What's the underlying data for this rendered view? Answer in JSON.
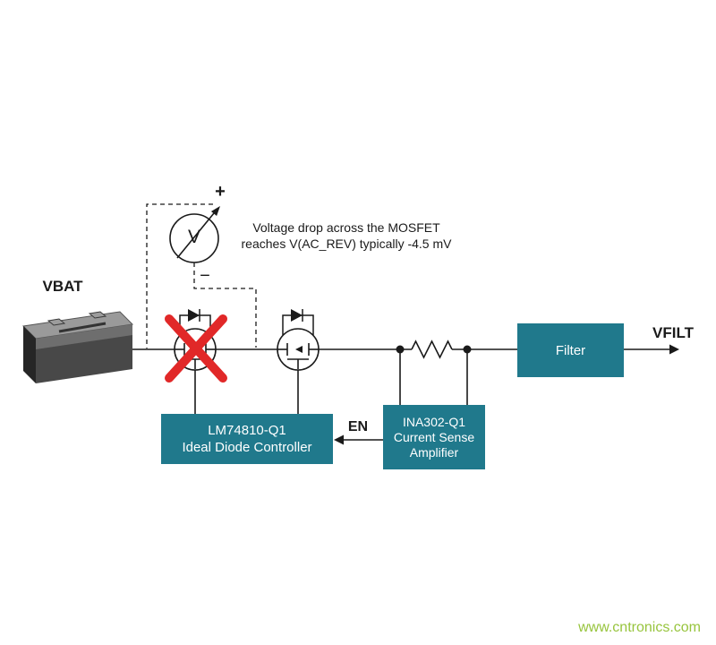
{
  "diagram": {
    "vbat_label": "VBAT",
    "vfilt_label": "VFILT",
    "en_label": "EN",
    "voltmeter": {
      "symbol": "V",
      "plus": "+",
      "minus": "−"
    },
    "annotation_line1": "Voltage drop across the MOSFET",
    "annotation_line2": "reaches V(AC_REV) typically -4.5 mV",
    "blocks": {
      "lm74810": {
        "line1": "LM74810-Q1",
        "line2": "Ideal Diode Controller"
      },
      "ina302": {
        "line1": "INA302-Q1",
        "line2": "Current Sense",
        "line3": "Amplifier"
      },
      "filter": {
        "label": "Filter"
      }
    },
    "colors": {
      "block_teal": "#20798C",
      "error_red": "#E12828",
      "watermark_green": "#97C43D",
      "wire": "#1A1A1A"
    },
    "watermark": "www.cntronics.com"
  }
}
